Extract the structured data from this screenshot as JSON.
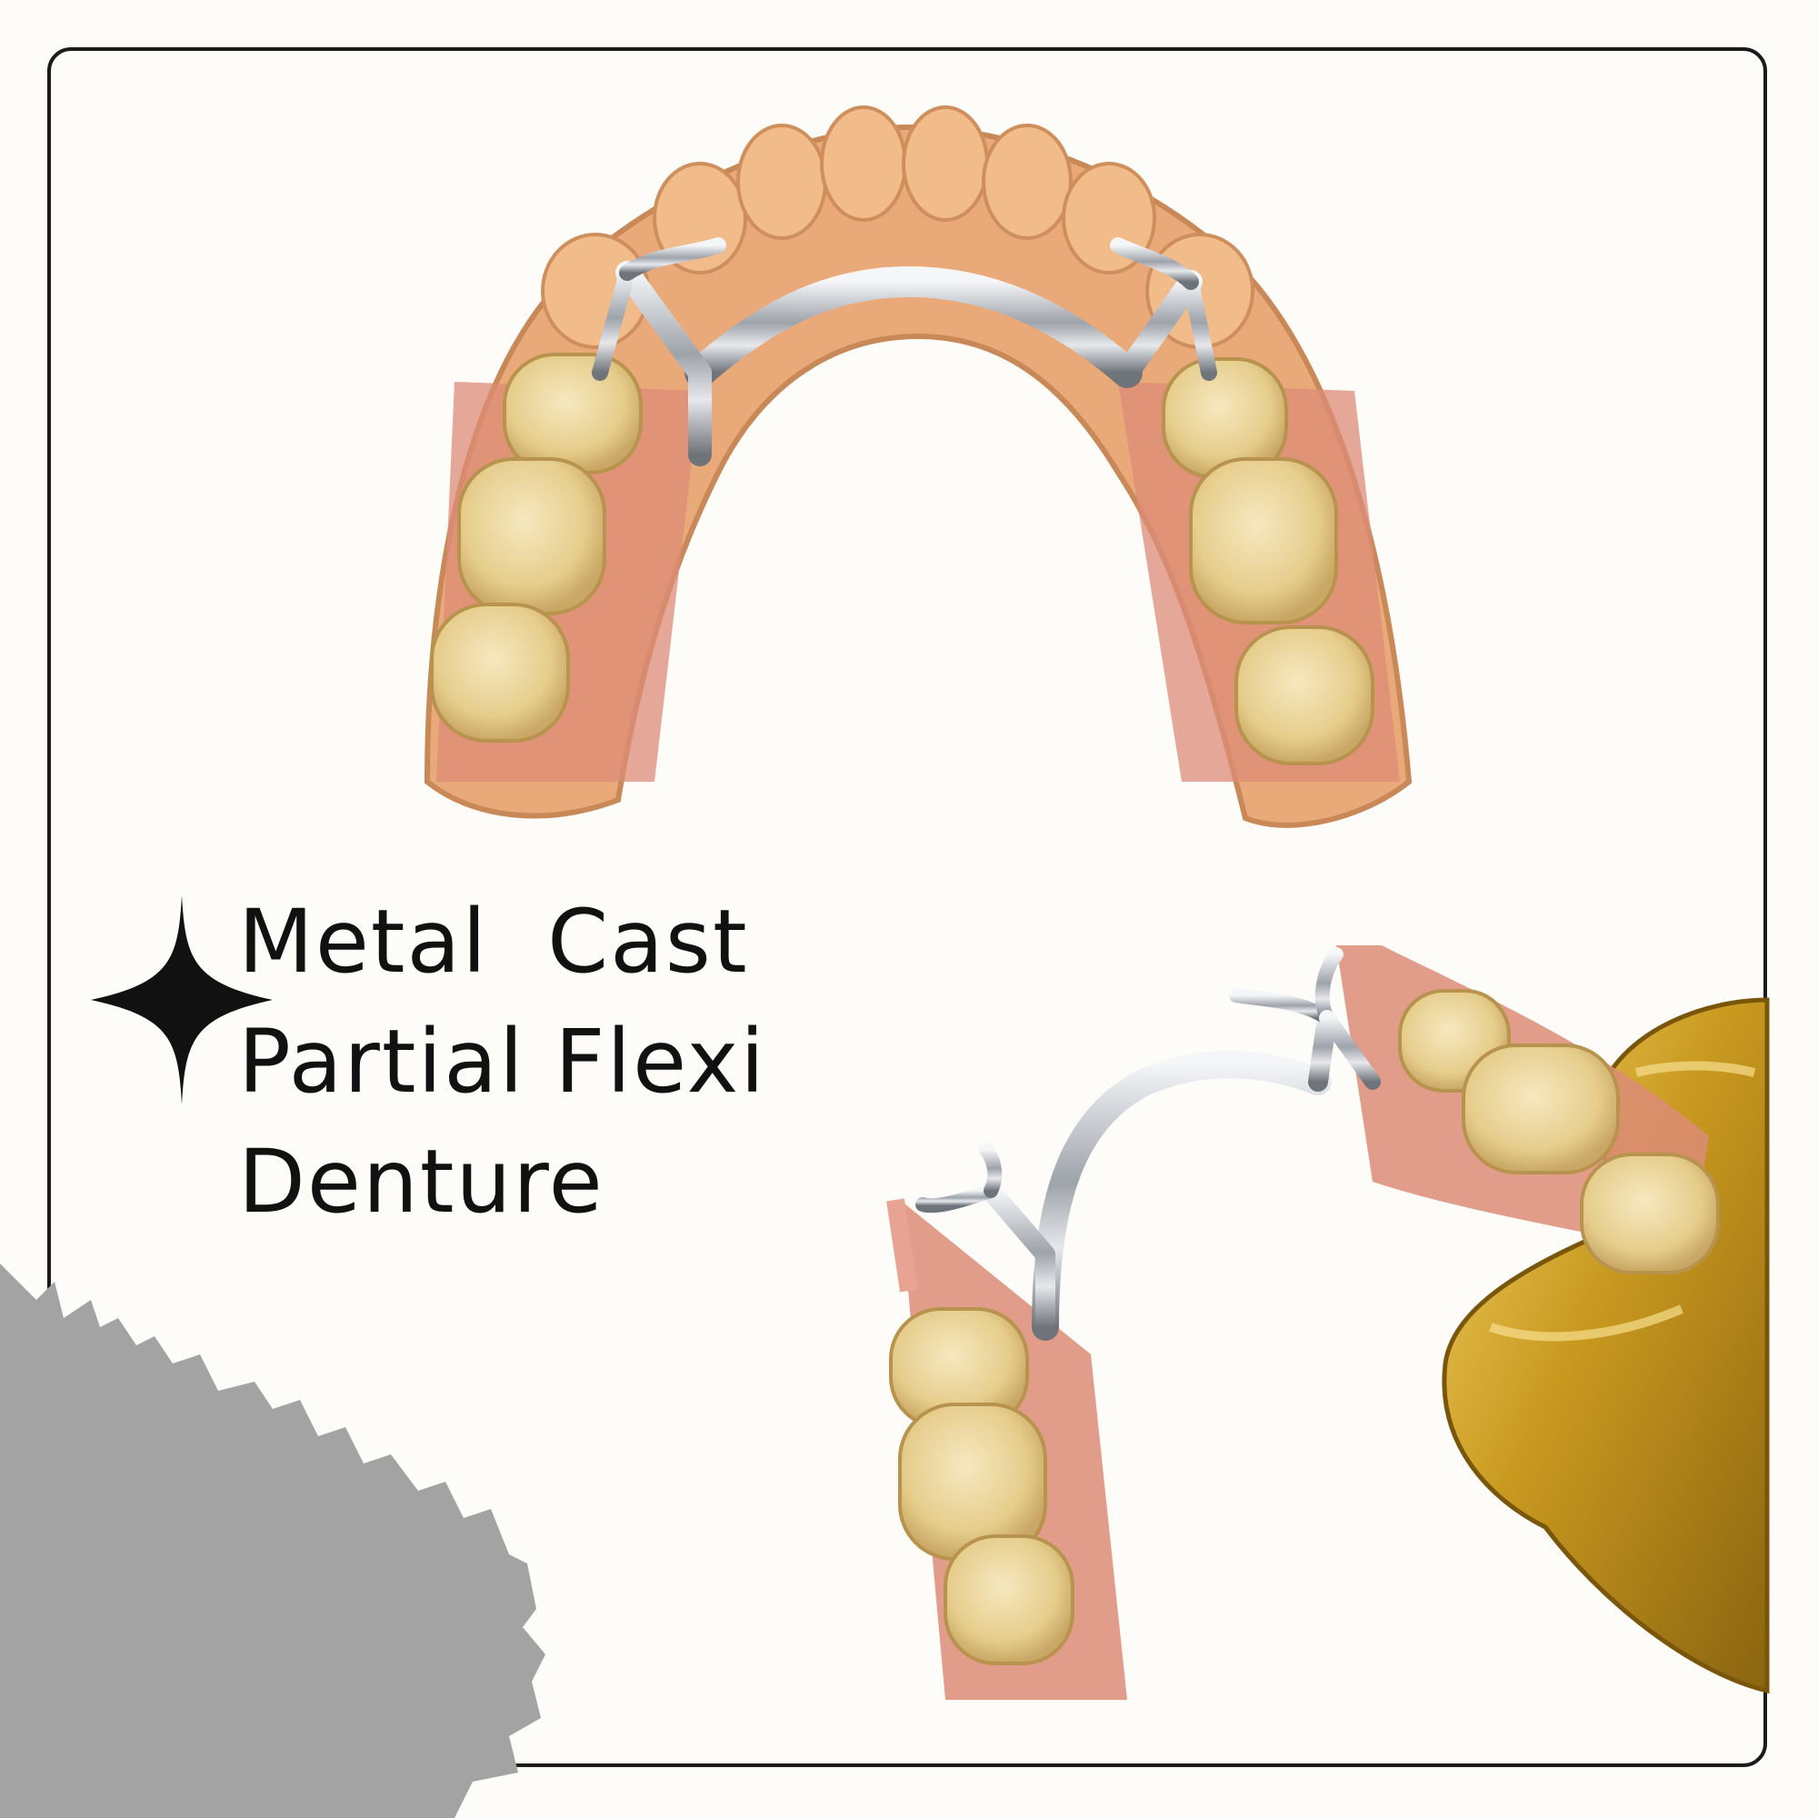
{
  "headline": {
    "line1": "Metal  Cast",
    "line2": "Partial Flexi",
    "line3": "Denture"
  },
  "colors": {
    "background": "#fdfcf9",
    "frame": "#1b1b1b",
    "text": "#111111",
    "gum_model": "#e9ab7c",
    "gum_flexible": "#dc8c77",
    "tooth": "#ecd69a",
    "metal": "#cfd2d6",
    "glove_gold": "#c89a22",
    "smudge": "#a3a3a3"
  },
  "icons": {
    "sparkle": "four-point-star-icon"
  }
}
